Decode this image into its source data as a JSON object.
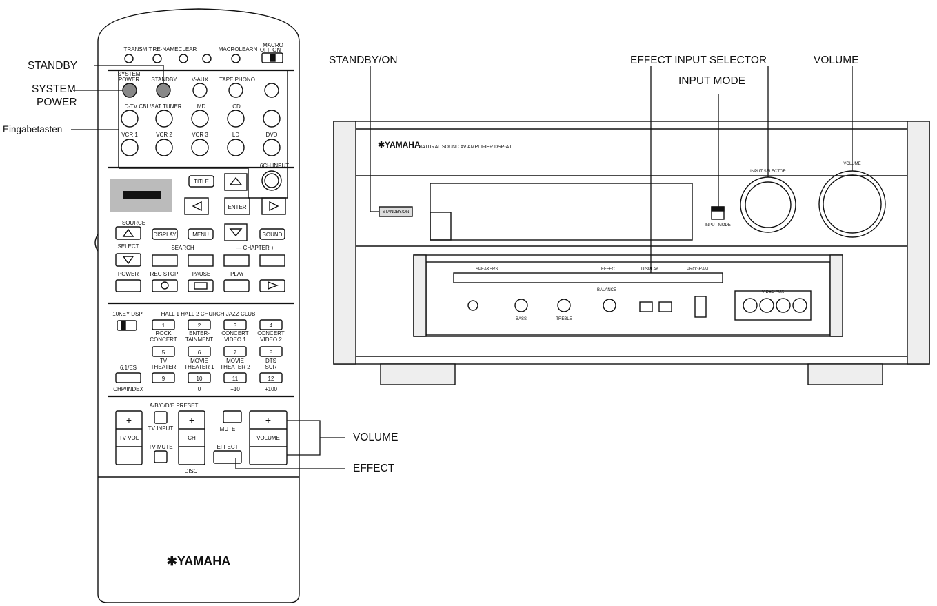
{
  "callouts": {
    "standby": "STANDBY",
    "system_power_line1": "SYSTEM",
    "system_power_line2": "POWER",
    "input_keys": "Eingabetasten",
    "standby_on": "STANDBY/ON",
    "effect_input_selector": "EFFECT INPUT SELECTOR",
    "input_mode": "INPUT MODE",
    "volume_unit": "VOLUME",
    "volume_remote": "VOLUME",
    "effect_remote": "EFFECT"
  },
  "remote": {
    "top_labels": [
      "TRANSMIT",
      "RE-NAME",
      "CLEAR",
      "MACROLEARN",
      "MACRO OFF ON"
    ],
    "power_row": [
      "SYSTEM POWER",
      "STANDBY",
      "V-AUX",
      "TAPE",
      "PHONO"
    ],
    "input_row1": [
      "D-TV CBL/SAT",
      "TUNER",
      "MD",
      "CD"
    ],
    "input_row2": [
      "VCR 1",
      "VCR 2",
      "VCR 3",
      "LD",
      "DVD"
    ],
    "six_ch_input": "6CH INPUT",
    "title_button": "TITLE",
    "enter_button": "ENTER",
    "source": "SOURCE",
    "select": "SELECT",
    "display": "DISPLAY",
    "menu": "MENU",
    "sound": "SOUND",
    "search": "SEARCH",
    "chapter": "— CHAPTER +",
    "transport_labels": [
      "POWER",
      "REC STOP",
      "PAUSE",
      "PLAY"
    ],
    "key_dsp": "10KEY  DSP",
    "dsp_top": "HALL 1  HALL 2  CHURCH  JAZZ CLUB",
    "dsp_row2_labels": [
      "ROCK CONCERT",
      "ENTER-TAINMENT",
      "CONCERT VIDEO 1",
      "CONCERT VIDEO 2"
    ],
    "dsp_row3_labels": [
      "TV THEATER",
      "MOVIE THEATER 1",
      "MOVIE THEATER 2",
      "DTS SUR"
    ],
    "numbers": [
      "1",
      "2",
      "3",
      "4",
      "5",
      "6",
      "7",
      "8",
      "9",
      "10",
      "11",
      "12"
    ],
    "six_one_es": "6.1/ES",
    "chp_index": "CHP/INDEX",
    "bottom_numbers": [
      "0",
      "+10",
      "+100"
    ],
    "preset": "A/B/C/D/E PRESET",
    "tv_input": "TV INPUT",
    "tv_vol": "TV VOL",
    "ch": "CH",
    "mute": "MUTE",
    "volume": "VOLUME",
    "tv_mute": "TV MUTE",
    "effect": "EFFECT",
    "disc": "DISC",
    "brand": "YAMAHA"
  },
  "unit": {
    "brand": "YAMAHA",
    "model_line": "NATURAL SOUND  AV AMPLIFIER  DSP-A1",
    "standby_button": "STANDBY/ON",
    "input_mode_label": "INPUT MODE",
    "input_selector_label": "INPUT SELECTOR",
    "volume_label": "VOLUME",
    "panel_labels": [
      "SPEAKERS",
      "EFFECT",
      "DISPLAY",
      "PROGRAM"
    ],
    "knob_labels": [
      "BASS",
      "TREBLE",
      "BALANCE"
    ],
    "video_aux": "VIDEO AUX"
  }
}
